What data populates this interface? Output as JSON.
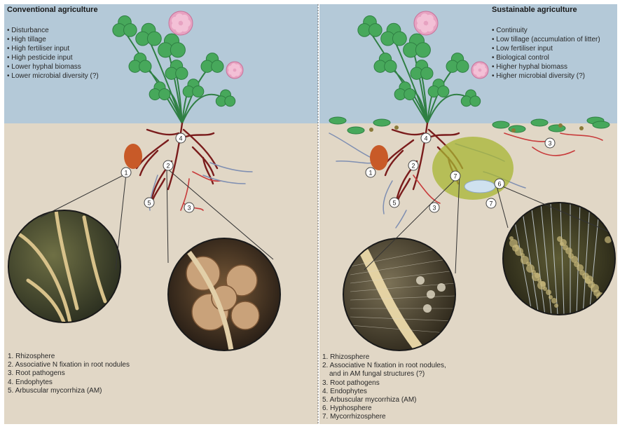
{
  "left_panel": {
    "title": "Conventional agriculture",
    "bullets": [
      "Disturbance",
      "High tillage",
      "High fertiliser input",
      "High pesticide input",
      "Lower hyphal biomass",
      "Lower microbial diversity (?)"
    ],
    "legend": [
      "1. Rhizosphere",
      "2. Associative N fixation in root nodules",
      "3. Root pathogens",
      "4. Endophytes",
      "5. Arbuscular mycorrhiza (AM)"
    ],
    "markers": [
      "1",
      "2",
      "3",
      "4",
      "5"
    ]
  },
  "right_panel": {
    "title": "Sustainable agriculture",
    "bullets": [
      "Continuity",
      "Low tillage (accumulation of litter)",
      "Low fertiliser input",
      "Biological control",
      "Higher hyphal biomass",
      "Higher microbial diversity (?)"
    ],
    "legend": [
      "1. Rhizosphere",
      "2. Associative N fixation in root nodules,",
      "   and in AM fungal structures (?)",
      "3. Root pathogens",
      "4. Endophytes",
      "5. Arbuscular mycorrhiza (AM)",
      "6. Hyphosphere",
      "7. Mycorrhizosphere"
    ],
    "markers": [
      "1",
      "2",
      "3",
      "4",
      "5",
      "6",
      "7",
      "7"
    ]
  },
  "colors": {
    "sky": "#b4c9d8",
    "soil": "#e1d7c6",
    "leaf": "#47a85b",
    "leaf_dark": "#2f7f43",
    "flower": "#e7a2c1",
    "root": "#7a1c1c",
    "nodule": "#c85a28",
    "pathogen": "#c83b3b",
    "hypha": "#7f8fb2",
    "mycorrhizosphere": "#a7b532",
    "hyphosphere": "#cfe1ef",
    "marker_fill": "#ffffff",
    "marker_stroke": "#444444"
  }
}
